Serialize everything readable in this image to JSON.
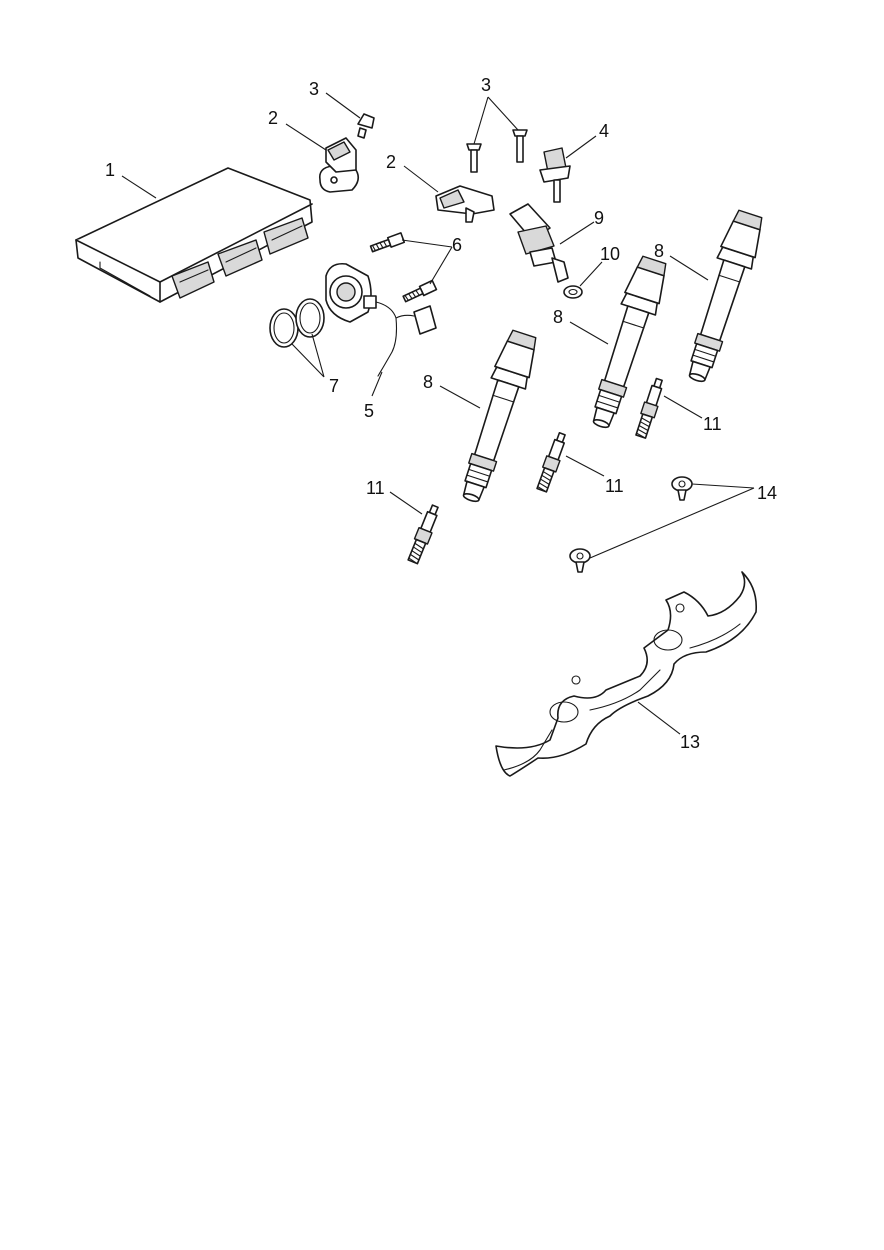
{
  "callouts": [
    {
      "id": "c1",
      "text": "1"
    },
    {
      "id": "c2a",
      "text": "2"
    },
    {
      "id": "c2b",
      "text": "2"
    },
    {
      "id": "c3a",
      "text": "3"
    },
    {
      "id": "c3b",
      "text": "3"
    },
    {
      "id": "c4",
      "text": "4"
    },
    {
      "id": "c5",
      "text": "5"
    },
    {
      "id": "c6",
      "text": "6"
    },
    {
      "id": "c7",
      "text": "7"
    },
    {
      "id": "c8a",
      "text": "8"
    },
    {
      "id": "c8b",
      "text": "8"
    },
    {
      "id": "c8c",
      "text": "8"
    },
    {
      "id": "c9",
      "text": "9"
    },
    {
      "id": "c10",
      "text": "10"
    },
    {
      "id": "c11a",
      "text": "11"
    },
    {
      "id": "c11b",
      "text": "11"
    },
    {
      "id": "c11c",
      "text": "11"
    },
    {
      "id": "c13",
      "text": "13"
    },
    {
      "id": "c14",
      "text": "14"
    }
  ]
}
